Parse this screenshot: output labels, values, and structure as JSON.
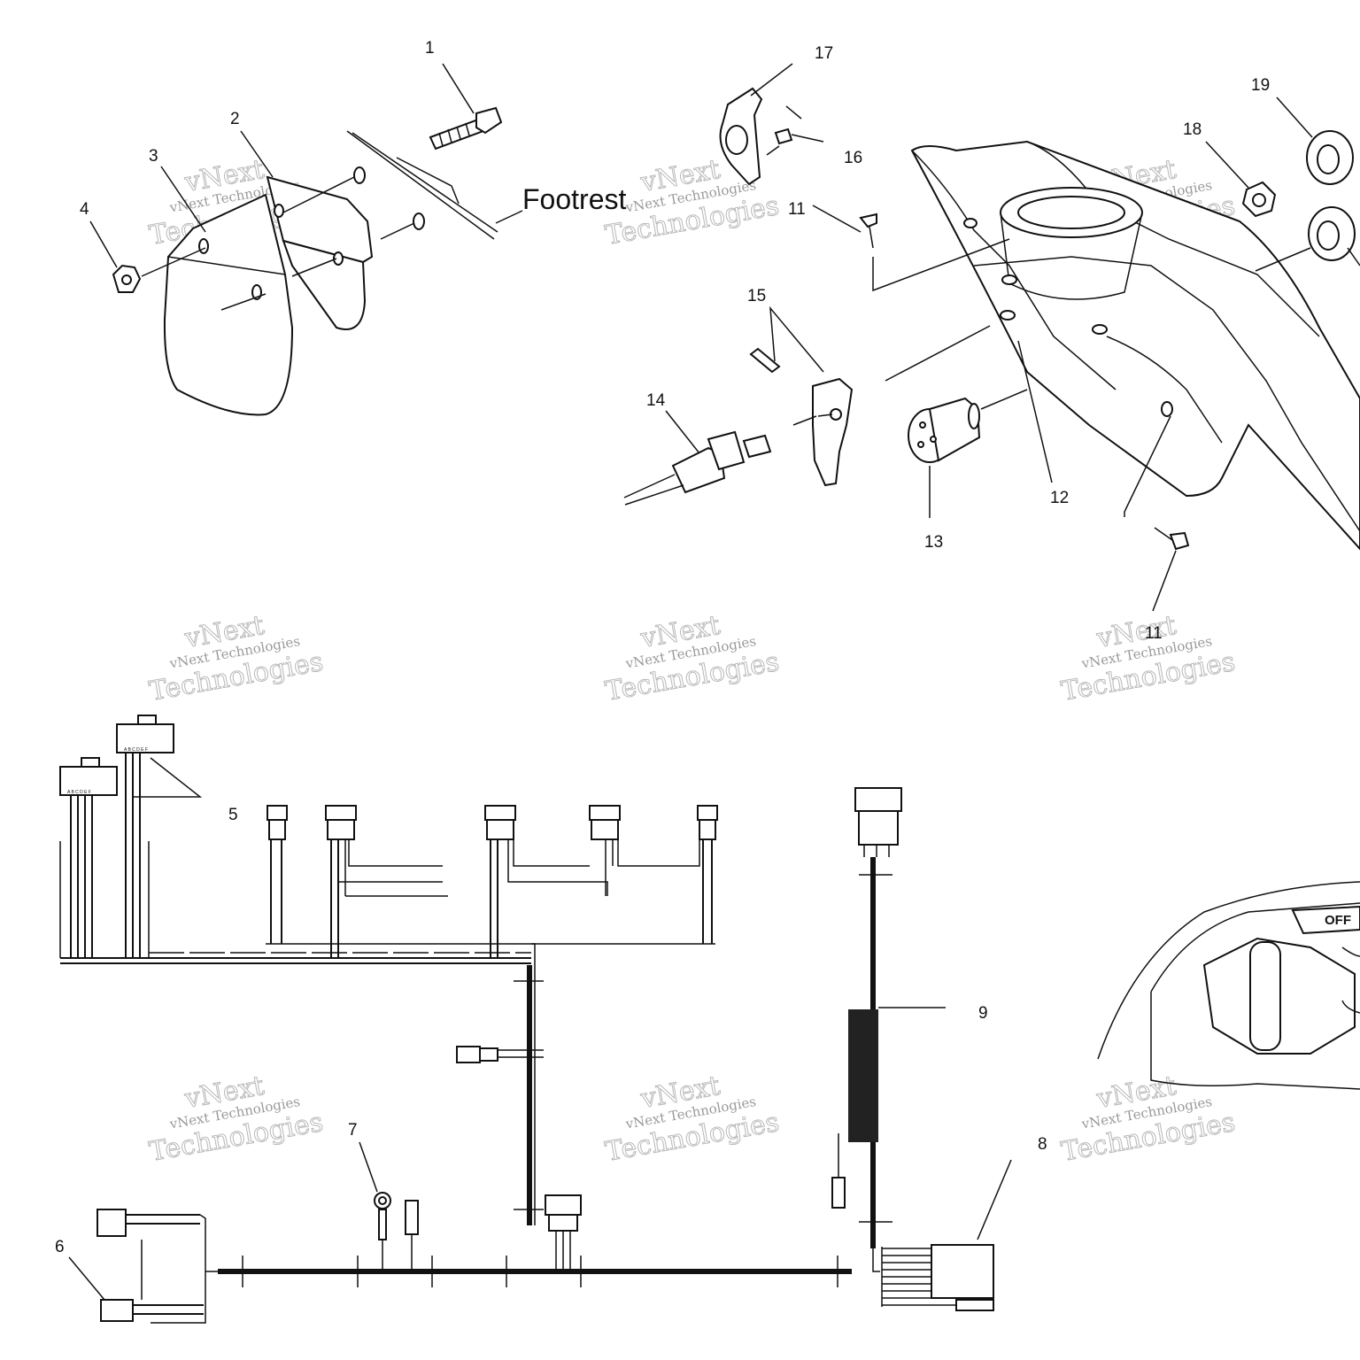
{
  "diagram": {
    "footrest_label": "Footrest",
    "knob_label": "OFF",
    "watermark": {
      "line1": "vNext Technologies",
      "line2": "vNext",
      "line3": "Technologies"
    },
    "callouts": [
      {
        "id": "c1",
        "text": "1"
      },
      {
        "id": "c2",
        "text": "2"
      },
      {
        "id": "c3",
        "text": "3"
      },
      {
        "id": "c4",
        "text": "4"
      },
      {
        "id": "c5",
        "text": "5"
      },
      {
        "id": "c6",
        "text": "6"
      },
      {
        "id": "c7",
        "text": "7"
      },
      {
        "id": "c8",
        "text": "8"
      },
      {
        "id": "c9",
        "text": "9"
      },
      {
        "id": "c11a",
        "text": "11"
      },
      {
        "id": "c11b",
        "text": "11"
      },
      {
        "id": "c12",
        "text": "12"
      },
      {
        "id": "c13",
        "text": "13"
      },
      {
        "id": "c14",
        "text": "14"
      },
      {
        "id": "c15",
        "text": "15"
      },
      {
        "id": "c16",
        "text": "16"
      },
      {
        "id": "c17",
        "text": "17"
      },
      {
        "id": "c18",
        "text": "18"
      },
      {
        "id": "c19",
        "text": "19"
      }
    ]
  }
}
